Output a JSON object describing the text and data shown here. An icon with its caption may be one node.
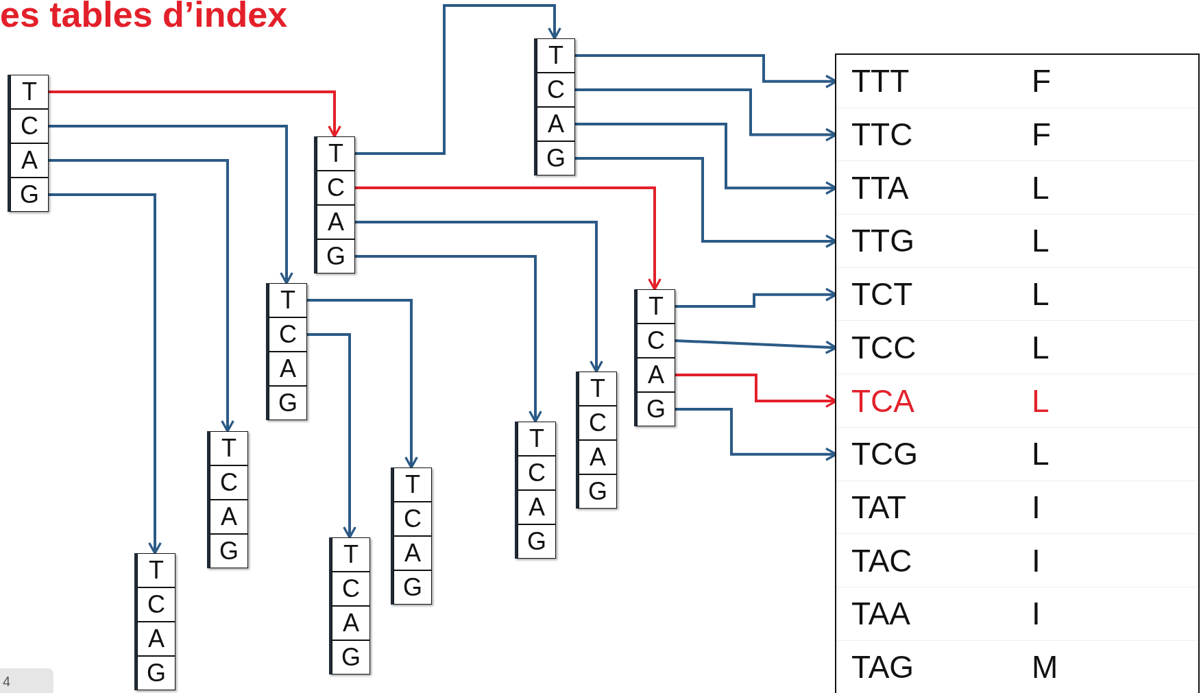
{
  "diagram": {
    "title": "es tables d’index",
    "nodes": [
      {
        "text": [],
        "shape": "box"
      },
      {
        "text": [
          "T"
        ],
        "in": 0
      },
      {
        "text": [
          "C"
        ],
        "in": 0
      },
      {
        "text": [
          "A"
        ],
        "in": 0
      },
      {
        "text": [
          "G"
        ],
        "in": 0
      },
      {
        "text": [],
        "shape": "box"
      },
      {
        "text": [
          "T"
        ],
        "in": 5
      },
      {
        "text": [
          "C"
        ],
        "in": 5
      },
      {
        "text": [
          "A"
        ],
        "in": 5
      },
      {
        "text": [
          "G"
        ],
        "in": 5
      },
      {
        "text": [],
        "shape": "box"
      },
      {
        "text": [
          "T"
        ],
        "in": 10
      },
      {
        "text": [
          "C"
        ],
        "in": 10
      },
      {
        "text": [
          "A"
        ],
        "in": 10
      },
      {
        "text": [
          "G"
        ],
        "in": 10
      },
      {
        "text": [],
        "shape": "box"
      },
      {
        "text": [
          "T"
        ],
        "in": 15
      },
      {
        "text": [
          "C"
        ],
        "in": 15
      },
      {
        "text": [
          "A"
        ],
        "in": 15
      },
      {
        "text": [
          "G"
        ],
        "in": 15
      },
      {
        "text": [],
        "shape": "box"
      },
      {
        "text": [
          "T"
        ],
        "in": 20
      },
      {
        "text": [
          "C"
        ],
        "in": 20
      },
      {
        "text": [
          "A"
        ],
        "in": 20
      },
      {
        "text": [
          "G"
        ],
        "in": 20
      },
      {
        "text": [],
        "shape": "box"
      },
      {
        "text": [
          "T"
        ],
        "in": 25
      },
      {
        "text": [
          "C"
        ],
        "in": 25
      },
      {
        "text": [
          "A"
        ],
        "in": 25
      },
      {
        "text": [
          "G"
        ],
        "in": 25
      },
      {
        "text": [],
        "shape": "box"
      },
      {
        "text": [
          "T"
        ],
        "in": 30
      },
      {
        "text": [
          "C"
        ],
        "in": 30
      },
      {
        "text": [
          "A"
        ],
        "in": 30
      },
      {
        "text": [
          "G"
        ],
        "in": 30
      },
      {
        "text": [],
        "shape": "box"
      },
      {
        "text": [
          "T"
        ],
        "in": 35
      },
      {
        "text": [
          "C"
        ],
        "in": 35
      },
      {
        "text": [
          "A"
        ],
        "in": 35
      },
      {
        "text": [
          "G"
        ],
        "in": 35
      },
      {
        "text": [],
        "shape": "box"
      },
      {
        "text": [
          "T"
        ],
        "in": 40
      },
      {
        "text": [
          "C"
        ],
        "in": 40
      },
      {
        "text": [
          "A"
        ],
        "in": 40
      },
      {
        "text": [
          "G"
        ],
        "in": 40
      },
      {
        "text": [],
        "shape": "box"
      },
      {
        "text": [
          "T"
        ],
        "in": 45
      },
      {
        "text": [
          "C"
        ],
        "in": 45
      },
      {
        "text": [
          "A"
        ],
        "in": 45
      },
      {
        "text": [
          "G"
        ],
        "in": 45
      },
      {
        "text": [],
        "shape": "box"
      },
      {
        "text": [
          "T"
        ],
        "in": 50
      },
      {
        "text": [
          "C"
        ],
        "in": 50
      },
      {
        "text": [
          "A"
        ],
        "in": 50
      },
      {
        "text": [
          "G"
        ],
        "in": 50
      },
      {
        "text": [],
        "shape": "box"
      },
      {
        "text": [
          "TTT",
          "F"
        ],
        "in": 55
      },
      {
        "text": [
          "TTC",
          "F"
        ],
        "in": 55
      },
      {
        "text": [
          "TTA",
          "L"
        ],
        "in": 55
      },
      {
        "text": [
          "TTG",
          "L"
        ],
        "in": 55
      },
      {
        "text": [
          "TCT",
          "L"
        ],
        "in": 55
      },
      {
        "text": [
          "TCC",
          "L"
        ],
        "in": 55
      },
      {
        "text": [
          "TCA",
          "L"
        ],
        "in": 55
      },
      {
        "text": [
          "TCG",
          "L"
        ],
        "in": 55
      },
      {
        "text": [
          "TAT",
          "I"
        ],
        "in": 55
      },
      {
        "text": [
          "TAC",
          "I"
        ],
        "in": 55
      },
      {
        "text": [
          "TAA",
          "I"
        ],
        "in": 55
      },
      {
        "text": [
          "TAG",
          "M"
        ],
        "in": 55
      }
    ],
    "edges": [
      {
        "from": 1,
        "to": 5,
        "arrow": "to",
        "color": "#e3202a"
      },
      {
        "from": 2,
        "to": 10,
        "arrow": "to"
      },
      {
        "from": 3,
        "to": 15,
        "arrow": "to"
      },
      {
        "from": 4,
        "to": 20,
        "arrow": "to"
      },
      {
        "from": 6,
        "to": 25,
        "arrow": "to"
      },
      {
        "from": 7,
        "to": 30,
        "arrow": "to",
        "color": "#e3202a"
      },
      {
        "from": 8,
        "to": 35,
        "arrow": "to"
      },
      {
        "from": 9,
        "to": 40,
        "arrow": "to"
      },
      {
        "from": 11,
        "to": 45,
        "arrow": "to"
      },
      {
        "from": 12,
        "to": 50,
        "arrow": "to"
      },
      {
        "from": 26,
        "to": 56,
        "arrow": "to"
      },
      {
        "from": 27,
        "to": 57,
        "arrow": "to"
      },
      {
        "from": 28,
        "to": 58,
        "arrow": "to"
      },
      {
        "from": 29,
        "to": 59,
        "arrow": "to"
      },
      {
        "from": 31,
        "to": 60,
        "arrow": "to"
      },
      {
        "from": 32,
        "to": 61,
        "arrow": "to"
      },
      {
        "from": 33,
        "to": 62,
        "arrow": "to",
        "color": "#e3202a"
      },
      {
        "from": 34,
        "to": 63,
        "arrow": "to"
      }
    ],
    "labels": [
      "4"
    ]
  }
}
